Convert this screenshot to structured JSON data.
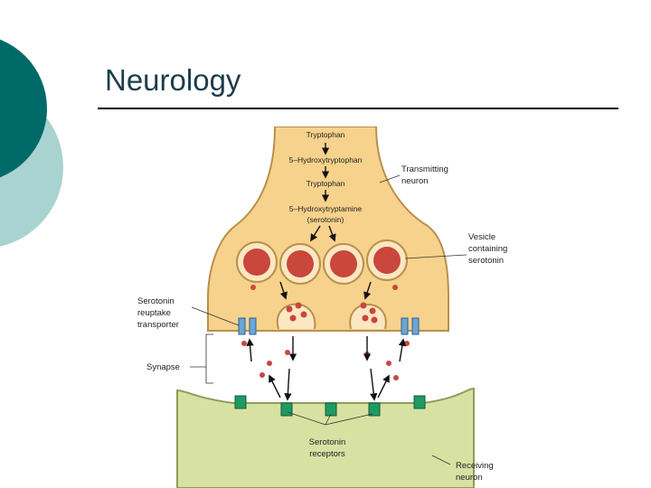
{
  "slide": {
    "title": "Neurology"
  },
  "theme": {
    "circle_dark": "#006a68",
    "circle_light": "#a8d3d1",
    "neuron_fill": "#f7d28c",
    "neuron_stroke": "#b9904c",
    "receiver_fill": "#d7e2a2",
    "receiver_stroke": "#8e9d5a",
    "vesicle_outer": "#fbe7c2",
    "serotonin_color": "#c9473c",
    "transporter_color": "#6aa7d9",
    "receptor_color": "#1f9a62"
  },
  "diagram": {
    "pathway": {
      "step1": "Tryptophan",
      "step2": "5–Hydroxytryptophan",
      "step3": "Tryptophan",
      "step4_line1": "5–Hydroxytryptamine",
      "step4_line2": "(serotonin)"
    },
    "labels": {
      "transmitting_1": "Transmitting",
      "transmitting_2": "neuron",
      "vesicle_1": "Vesicle",
      "vesicle_2": "containing",
      "vesicle_3": "serotonin",
      "reuptake_1": "Serotonin",
      "reuptake_2": "reuptake",
      "reuptake_3": "transporter",
      "synapse": "Synapse",
      "receptors_1": "Serotonin",
      "receptors_2": "receptors",
      "receiving_1": "Receiving",
      "receiving_2": "neuron"
    }
  }
}
